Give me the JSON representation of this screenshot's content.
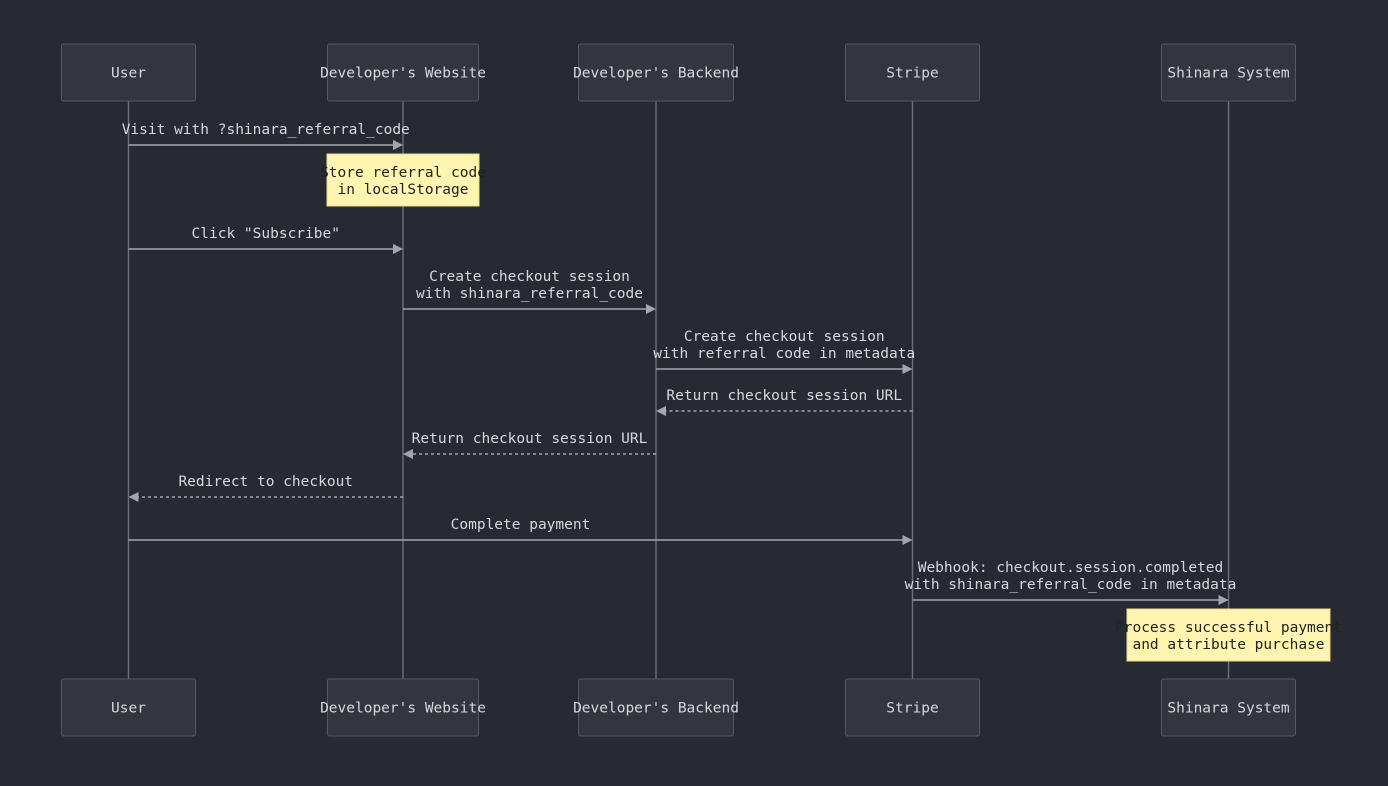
{
  "diagram": {
    "type": "sequence",
    "participants": [
      {
        "id": "user",
        "label": "User"
      },
      {
        "id": "site",
        "label": "Developer's Website"
      },
      {
        "id": "backend",
        "label": "Developer's Backend"
      },
      {
        "id": "stripe",
        "label": "Stripe"
      },
      {
        "id": "shinara",
        "label": "Shinara System"
      }
    ],
    "steps": [
      {
        "kind": "message",
        "from": "user",
        "to": "site",
        "style": "solid",
        "lines": [
          "Visit with ?shinara_referral_code"
        ]
      },
      {
        "kind": "note",
        "over": "site",
        "lines": [
          "Store referral code",
          "in localStorage"
        ]
      },
      {
        "kind": "message",
        "from": "user",
        "to": "site",
        "style": "solid",
        "lines": [
          "Click \"Subscribe\""
        ]
      },
      {
        "kind": "message",
        "from": "site",
        "to": "backend",
        "style": "solid",
        "lines": [
          "Create checkout session",
          "with shinara_referral_code"
        ]
      },
      {
        "kind": "message",
        "from": "backend",
        "to": "stripe",
        "style": "solid",
        "lines": [
          "Create checkout session",
          "with referral code in metadata"
        ]
      },
      {
        "kind": "message",
        "from": "stripe",
        "to": "backend",
        "style": "dashed",
        "lines": [
          "Return checkout session URL"
        ]
      },
      {
        "kind": "message",
        "from": "backend",
        "to": "site",
        "style": "dashed",
        "lines": [
          "Return checkout session URL"
        ]
      },
      {
        "kind": "message",
        "from": "site",
        "to": "user",
        "style": "dashed",
        "lines": [
          "Redirect to checkout"
        ]
      },
      {
        "kind": "message",
        "from": "user",
        "to": "stripe",
        "style": "solid",
        "lines": [
          "Complete payment"
        ]
      },
      {
        "kind": "message",
        "from": "stripe",
        "to": "shinara",
        "style": "solid",
        "lines": [
          "Webhook: checkout.session.completed",
          "with shinara_referral_code in metadata"
        ]
      },
      {
        "kind": "note",
        "over": "shinara",
        "lines": [
          "Process successful payment",
          "and attribute purchase"
        ]
      }
    ]
  }
}
